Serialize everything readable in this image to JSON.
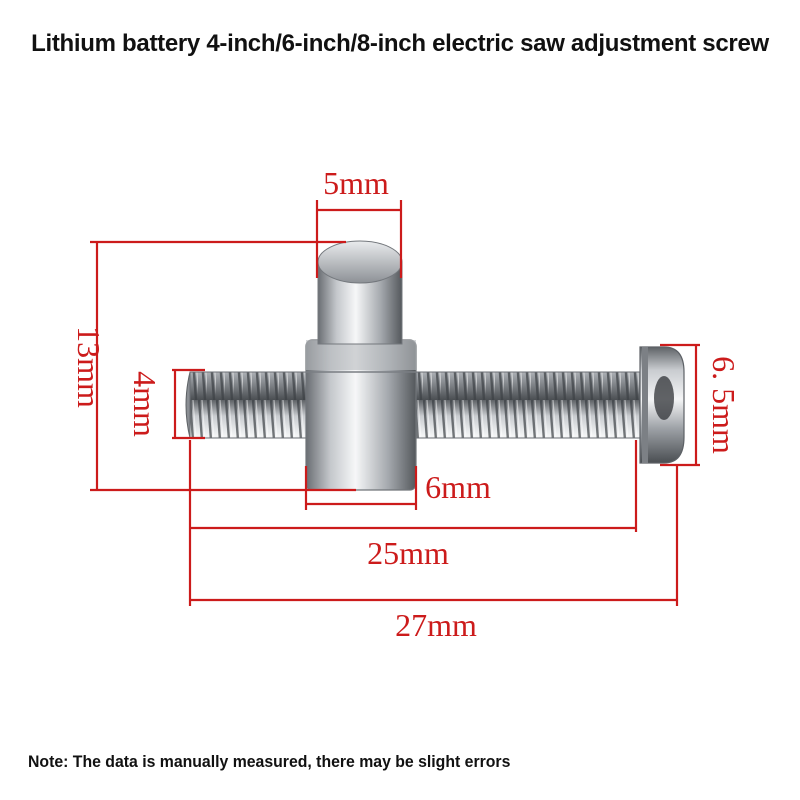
{
  "title": "Lithium battery 4-inch/6-inch/8-inch electric saw adjustment screw",
  "note": "Note: The data is manually measured, there may be slight errors",
  "dimensions": {
    "pin_diameter": "5mm",
    "total_height": "13mm",
    "thread_diameter": "4mm",
    "head_diameter": "6. 5mm",
    "nut_width": "6mm",
    "thread_length": "25mm",
    "total_length": "27mm"
  },
  "colors": {
    "dimension": "#cc1b1b",
    "text": "#111111"
  }
}
